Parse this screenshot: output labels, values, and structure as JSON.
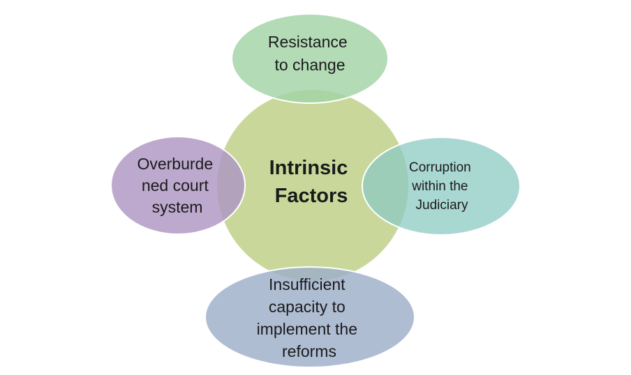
{
  "center": {
    "lines": [
      "Intrinsic",
      "Factors"
    ],
    "color": "#c9d89a"
  },
  "nodes": [
    {
      "id": "resistance",
      "lines": [
        "Resistance",
        "to change"
      ],
      "color": "#a2d3a6"
    },
    {
      "id": "corruption",
      "lines": [
        "Corruption",
        "within the",
        "Judiciary"
      ],
      "color": "#8ccac3"
    },
    {
      "id": "capacity",
      "lines": [
        "Insufficient",
        "capacity to",
        "implement the",
        "reforms"
      ],
      "color": "#9daec9"
    },
    {
      "id": "overburdened",
      "lines": [
        "Overburde",
        "ned court",
        "system"
      ],
      "color": "#ae96c2"
    }
  ]
}
